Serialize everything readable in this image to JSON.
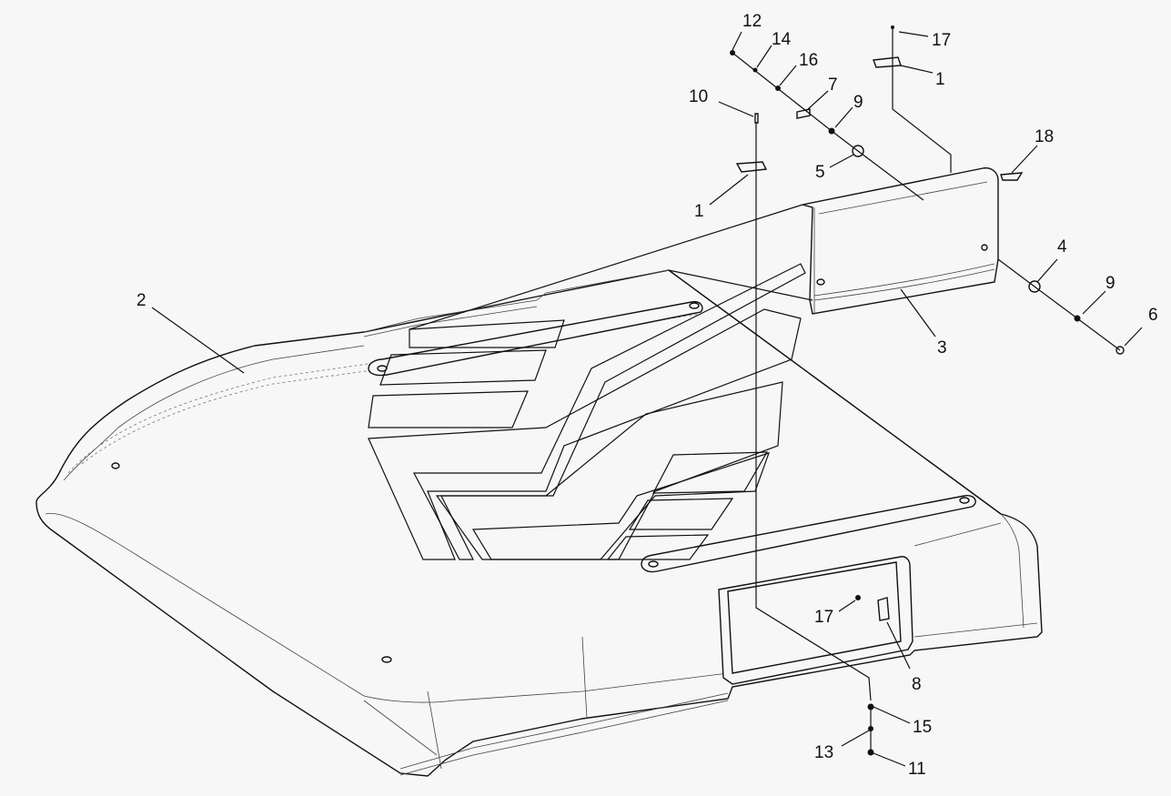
{
  "callouts": {
    "c1a": "1",
    "c1b": "1",
    "c2": "2",
    "c3": "3",
    "c4": "4",
    "c5": "5",
    "c6": "6",
    "c7": "7",
    "c8": "8",
    "c9a": "9",
    "c9b": "9",
    "c10": "10",
    "c11": "11",
    "c12": "12",
    "c13": "13",
    "c14": "14",
    "c15": "15",
    "c16": "16",
    "c17a": "17",
    "c17b": "17",
    "c18": "18"
  }
}
